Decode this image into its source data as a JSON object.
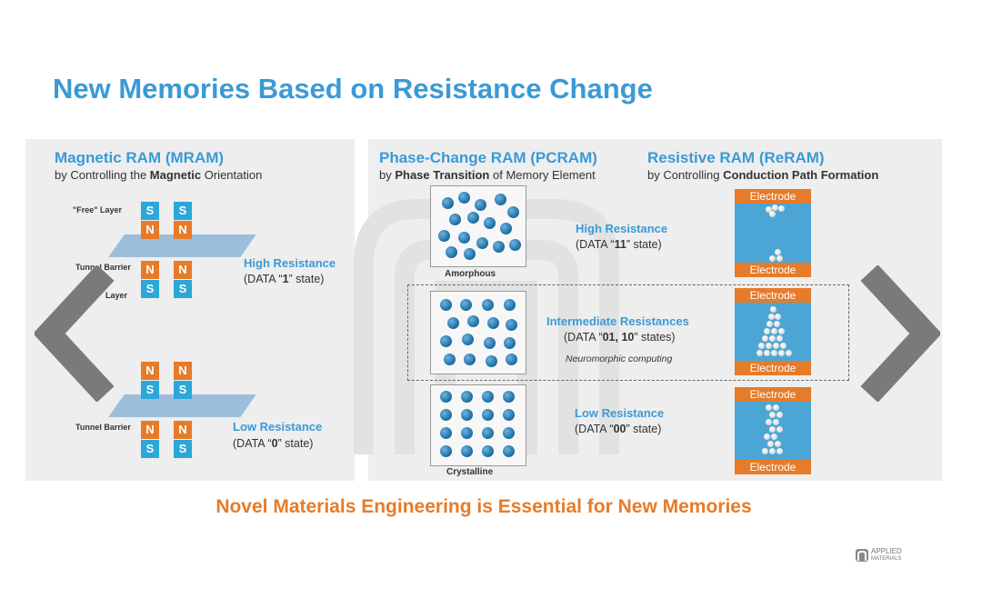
{
  "title": "New Memories Based on Resistance Change",
  "mram": {
    "title": "Magnetic RAM (MRAM)",
    "subtitle_pre": "by Controlling the ",
    "subtitle_bold": "Magnetic",
    "subtitle_post": " Orientation",
    "label_free_layer": "\"Free\" Layer",
    "label_tunnel_barrier": "Tunnel Barrier",
    "label_layer": "Layer",
    "high_label": "High Resistance",
    "high_data_pre": "(DATA “",
    "high_data_val": "1",
    "high_data_post": "” state)",
    "low_label": "Low Resistance",
    "low_data_pre": "(DATA “",
    "low_data_val": "0",
    "low_data_post": "” state)",
    "top_left_stack": [
      "S",
      "N",
      "N",
      "S"
    ],
    "top_right_stack": [
      "S",
      "N",
      "N",
      "S"
    ],
    "bottom_left_stack": [
      "N",
      "S",
      "N",
      "S"
    ],
    "bottom_right_stack": [
      "N",
      "S",
      "N",
      "S"
    ]
  },
  "pcram": {
    "title": "Phase-Change RAM (PCRAM)",
    "subtitle_pre": "by ",
    "subtitle_bold": "Phase Transition",
    "subtitle_post": " of Memory Element",
    "amorphous": "Amorphous",
    "crystalline": "Crystalline",
    "high_label": "High Resistance",
    "high_data_pre": "(DATA “",
    "high_data_val": "11",
    "high_data_post": "” state)",
    "mid_label": "Intermediate Resistances",
    "mid_data_pre": "(DATA “",
    "mid_data_val": "01, 10",
    "mid_data_post": "” states)",
    "mid_note": "Neuromorphic computing",
    "low_label": "Low Resistance",
    "low_data_pre": "(DATA “",
    "low_data_val": "00",
    "low_data_post": "” state)"
  },
  "reram": {
    "title": "Resistive RAM (ReRAM)",
    "subtitle_pre": "by Controlling ",
    "subtitle_bold": "Conduction Path Formation",
    "electrode": "Electrode"
  },
  "footer": "Novel Materials Engineering is Essential for New Memories",
  "logo": {
    "line1": "APPLIED",
    "line2": "MATERIALS"
  },
  "colors": {
    "blue": "#3a9ad6",
    "orange": "#e67b2a",
    "panel": "#eeeeee"
  },
  "icons": {
    "prev": "chevron-left-icon",
    "next": "chevron-right-icon",
    "logo": "applied-materials-logo-icon"
  }
}
